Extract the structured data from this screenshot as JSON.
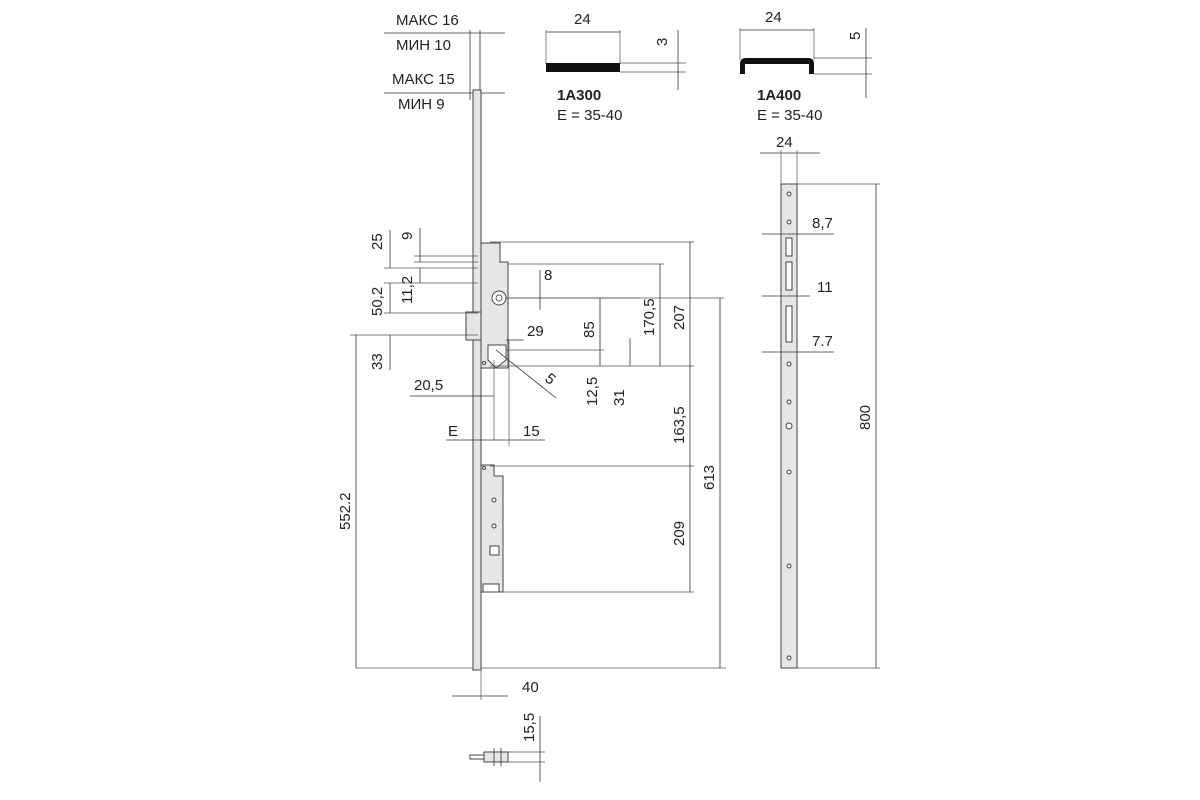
{
  "colors": {
    "line": "#333333",
    "part_fill": "#e6e6e6",
    "strip_fill": "#111111",
    "background": "#ffffff"
  },
  "backset": {
    "max1": "МАКС 16",
    "min1": "МИН 10",
    "max2": "МАКС 15",
    "min2": "МИН 9"
  },
  "profiles": {
    "a300": {
      "name": "1A300",
      "e": "E = 35-40",
      "width": "24",
      "thickness": "3"
    },
    "a400": {
      "name": "1A400",
      "e": "E = 35-40",
      "width": "24",
      "thickness": "5"
    }
  },
  "lock": {
    "d25": "25",
    "d9": "9",
    "d11_2": "11,2",
    "d50_2": "50,2",
    "d33": "33",
    "d8": "8",
    "d29": "29",
    "d85": "85",
    "d170_5": "170,5",
    "d207": "207",
    "d5": "5",
    "d20_5": "20,5",
    "d12_5": "12,5",
    "d31": "31",
    "e": "E",
    "d15": "15",
    "d163_5": "163,5",
    "d613": "613",
    "d552_2": "552.2",
    "d209": "209",
    "d40": "40",
    "d15_5": "15,5"
  },
  "strip": {
    "width": "24",
    "d8_7": "8,7",
    "d11": "11",
    "d7_7": "7.7",
    "length": "800"
  }
}
